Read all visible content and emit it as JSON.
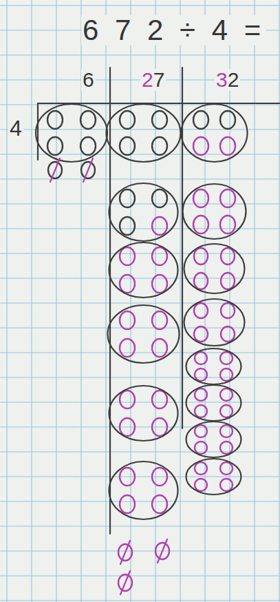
{
  "diagram": {
    "title": "6 7 2 ÷ 4 =",
    "labels": [
      "6",
      "27",
      "32",
      "4"
    ]
  }
}
